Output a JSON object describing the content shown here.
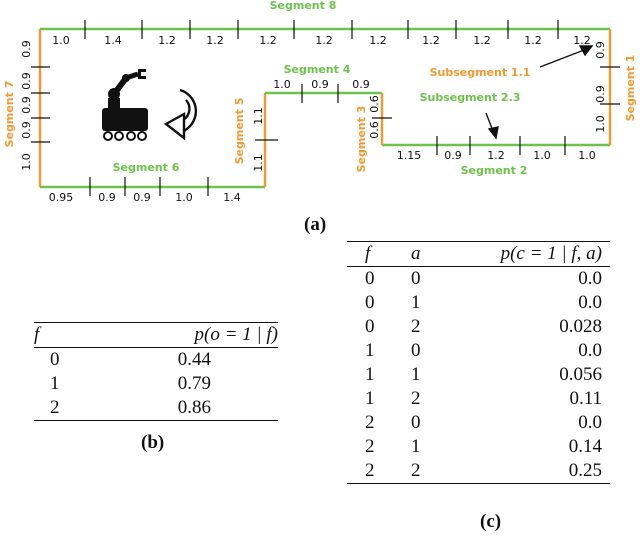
{
  "panel_a": {
    "caption": "(a)",
    "segments": {
      "seg1": "Segment 1",
      "seg2": "Segment 2",
      "seg3": "Segment 3",
      "seg4": "Segment 4",
      "seg5": "Segment 5",
      "seg6": "Segment 6",
      "seg7": "Segment 7",
      "seg8": "Segment 8",
      "sub11": "Subsegment 1.1",
      "sub23": "Subsegment 2.3"
    },
    "lengths": {
      "seg8": [
        "1.0",
        "1.4",
        "1.2",
        "1.2",
        "1.2",
        "1.2",
        "1.2",
        "1.2",
        "1.2",
        "1.2",
        "1.2"
      ],
      "seg7": [
        "0.9",
        "0.9",
        "0.9",
        "0.9",
        "1.0"
      ],
      "seg1": [
        "0.9",
        "0.9",
        "1.0"
      ],
      "seg6": [
        "0.95",
        "0.9",
        "0.9",
        "1.0",
        "1.4"
      ],
      "seg5": [
        "1.1",
        "1.1"
      ],
      "seg4": [
        "1.0",
        "0.9",
        "0.9"
      ],
      "seg3": [
        "0.6",
        "0.6"
      ],
      "seg2": [
        "1.15",
        "0.9",
        "1.2",
        "1.0",
        "1.0"
      ]
    },
    "colors": {
      "green": "#6cc24a",
      "orange": "#f29a2e",
      "black": "#111111"
    },
    "icons": [
      "robot-icon",
      "rotate-arrow-icon"
    ]
  },
  "panel_b": {
    "caption": "(b)",
    "headers": [
      "f",
      "p(o = 1 | f)"
    ],
    "rows": [
      [
        "0",
        "0.44"
      ],
      [
        "1",
        "0.79"
      ],
      [
        "2",
        "0.86"
      ]
    ]
  },
  "panel_c": {
    "caption": "(c)",
    "headers": [
      "f",
      "a",
      "p(c = 1 | f, a)"
    ],
    "rows": [
      [
        "0",
        "0",
        "0.0"
      ],
      [
        "0",
        "1",
        "0.0"
      ],
      [
        "0",
        "2",
        "0.028"
      ],
      [
        "1",
        "0",
        "0.0"
      ],
      [
        "1",
        "1",
        "0.056"
      ],
      [
        "1",
        "2",
        "0.11"
      ],
      [
        "2",
        "0",
        "0.0"
      ],
      [
        "2",
        "1",
        "0.14"
      ],
      [
        "2",
        "2",
        "0.25"
      ]
    ]
  }
}
